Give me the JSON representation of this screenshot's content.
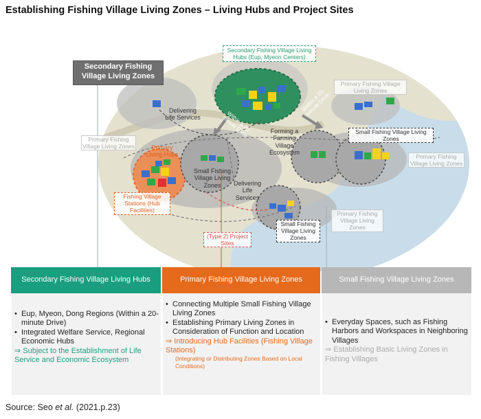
{
  "title": "Establishing Fishing Village Living Zones – Living Hubs and Project Sites",
  "source": {
    "prefix": "Source: Seo ",
    "etal": "et al.",
    "suffix": " (2021.p.23)"
  },
  "colors": {
    "teal": "#1a9e80",
    "orange": "#e56a1c",
    "gray": "#b7b7b7",
    "hub_green": "#2a9d7d",
    "station_orange": "#e06020",
    "project_red": "#e05050"
  },
  "map": {
    "secondary_zone_box": "Secondary Fishing Village Living Zones",
    "secondary_hub_box": "Secondary Fishing Village Living Hubs (Eup, Myeon Centers)",
    "primary_zones_top_right": "Primary Fishing Village Living Zones",
    "primary_zones_left": "Primary Fishing Village Living Zones",
    "primary_zones_right": "Primary Fishing Village Living Zones",
    "primary_zones_lower_right": "Primary Fishing Village Living Zones",
    "delivering_life_services_1": "Delivering Life Services",
    "delivering_life_services_2": "Delivering Life Services",
    "within_20_left": "Within a 20-minute Drive",
    "within_20_right": "Within a 20-minute Drive",
    "forming_farming": "Forming a Farming Village Ecosystem",
    "primary_living_hubs": "Primary Living Hubs",
    "small_zones_center": "Small Fishing Village Living Zones",
    "small_zones_right": "Small Fishing Village Living Zones",
    "small_zones_bottom": "Small Fishing Village Living Zones",
    "fishing_stations": "Fishing Village Stations (Hub Facilities)",
    "project_sites": "(Type 2) Project Sites"
  },
  "columns": [
    {
      "header": "Secondary Fishing Village Living Hubs",
      "bullets": [
        "Eup, Myeon, Dong Regions (Within a 20-minute Drive)",
        "Integrated Welfare Service, Regional Economic Hubs"
      ],
      "arrow": "⇒ Subject to the Establishment of Life Service and Economic Ecosystem"
    },
    {
      "header": "Primary Fishing Village Living Zones",
      "bullets": [
        "Connecting Multiple Small Fishing Village Living Zones",
        "Establishing Primary Living Zones in Consideration of Function and Location"
      ],
      "arrow": "⇒ Introducing Hub Facilities (Fishing Village Stations)",
      "note": "(Integrating or Distributing Zones Based on Local Conditions)"
    },
    {
      "header": "Small Fishing Village Living Zones",
      "bullets": [
        "Everyday Spaces, such as Fishing Harbors and Workspaces in Neighboring Villages"
      ],
      "arrow": "⇒ Establishing Basic Living Zones in Fishing Villages"
    }
  ]
}
